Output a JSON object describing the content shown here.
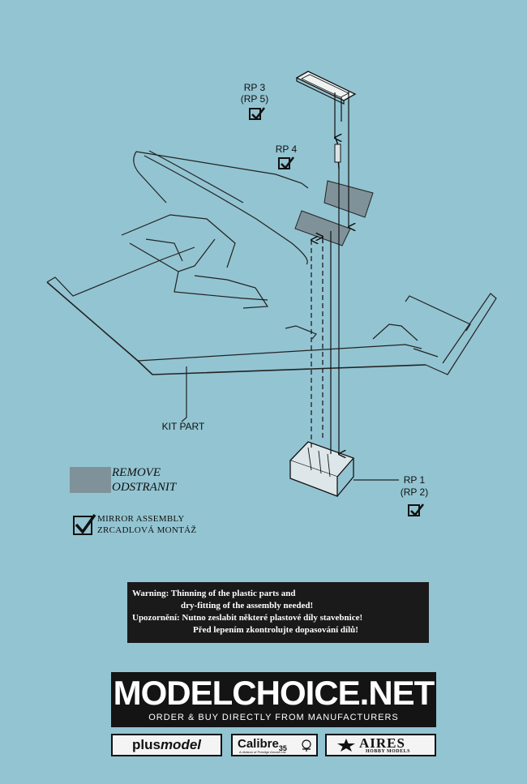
{
  "parts": {
    "rp3": "RP 3",
    "rp5": "(RP 5)",
    "rp4": "RP 4",
    "rp1": "RP 1",
    "rp2": "(RP 2)",
    "kit_part": "KIT PART"
  },
  "legend": {
    "remove_en": "REMOVE",
    "remove_cz": "ODSTRANIT",
    "mirror_en": "MIRROR  ASSEMBLY",
    "mirror_cz": "ZRCADLOVÁ MONTÁŽ",
    "remove_color": "#7f9299"
  },
  "warning": {
    "line1": "Warning: Thinning of the plastic parts and",
    "line2": "dry-fitting of the assembly needed!",
    "line3": "Upozornění: Nutno zeslabit některé plastové díly stavebnice!",
    "line4": "Před lepením zkontrolujte dopasování dílů!"
  },
  "brand": {
    "name": "MODELCHOICE.NET",
    "tagline": "ORDER & BUY DIRECTLY FROM MANUFACTURERS"
  },
  "logos": {
    "plus1": "plus",
    "plus2": "model",
    "calibre": "Calibre",
    "calibre_num": "35",
    "calibre_small": "A division of Prestige Aircraft Ltd.",
    "aires": "AIRES",
    "aires_sub": "HOBBY MODELS"
  },
  "icons": [
    "checkbox-icon",
    "aires-star-icon",
    "calibre-mascot-icon"
  ]
}
